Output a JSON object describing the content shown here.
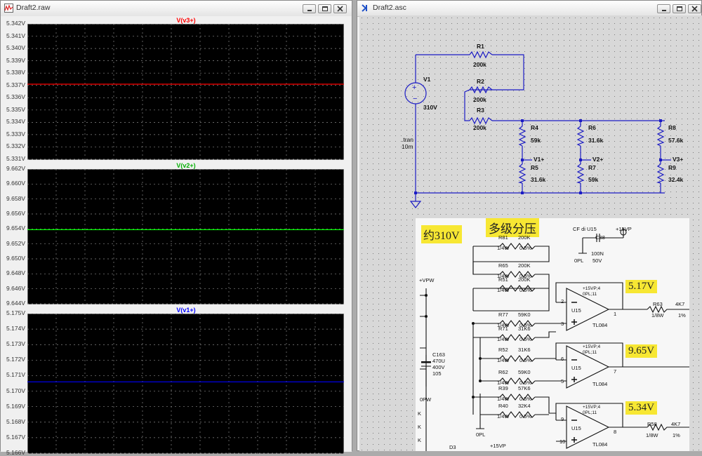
{
  "left_window": {
    "title": "Draft2.raw",
    "panes": [
      {
        "trace_label": "V(v3+)",
        "trace_color": "#ff0000",
        "y_ticks": [
          "5.342V",
          "5.341V",
          "5.340V",
          "5.339V",
          "5.338V",
          "5.337V",
          "5.336V",
          "5.335V",
          "5.334V",
          "5.333V",
          "5.332V",
          "5.331V"
        ],
        "y_range": [
          5.331,
          5.342
        ],
        "trace_value": 5.3371
      },
      {
        "trace_label": "V(v2+)",
        "trace_color": "#00ff00",
        "y_ticks": [
          "9.662V",
          "9.660V",
          "9.658V",
          "9.656V",
          "9.654V",
          "9.652V",
          "9.650V",
          "9.648V",
          "9.646V",
          "9.644V"
        ],
        "y_range": [
          9.644,
          9.662
        ],
        "trace_value": 9.6539
      },
      {
        "trace_label": "V(v1+)",
        "trace_color": "#0000ff",
        "y_ticks": [
          "5.175V",
          "5.174V",
          "5.173V",
          "5.172V",
          "5.171V",
          "5.170V",
          "5.169V",
          "5.168V",
          "5.167V",
          "5.166V"
        ],
        "y_range": [
          5.166,
          5.175
        ],
        "trace_value": 5.1706
      }
    ]
  },
  "right_window": {
    "title": "Draft2.asc",
    "schematic": {
      "v1": {
        "name": "V1",
        "value": "310V"
      },
      "directive": ".tran 10m",
      "resistors": [
        {
          "name": "R1",
          "value": "200k"
        },
        {
          "name": "R2",
          "value": "200k"
        },
        {
          "name": "R3",
          "value": "200k"
        },
        {
          "name": "R4",
          "value": "59k"
        },
        {
          "name": "R5",
          "value": "31.6k"
        },
        {
          "name": "R6",
          "value": "31.6k"
        },
        {
          "name": "R7",
          "value": "59k"
        },
        {
          "name": "R8",
          "value": "57.6k"
        },
        {
          "name": "R9",
          "value": "32.4k"
        }
      ],
      "net_labels": [
        "V1+",
        "V2+",
        "V3+"
      ]
    },
    "photo": {
      "voltage_note": "约310V",
      "title_note": "多级分压",
      "cf_label": "CF di U15",
      "c38": "C38",
      "c38_val1": "100N",
      "c38_val2": "50V",
      "opl": "0PL",
      "p15vp": "+15VP",
      "vpw": "+VPW",
      "c163": [
        "C163",
        "470U",
        "400V",
        "105"
      ],
      "opw": "0PW",
      "tl084": "TL084",
      "u15": "U15",
      "out1": "5.17V",
      "out2": "9.65V",
      "out3": "5.34V",
      "r63": [
        "R63",
        "4K7",
        "1/8W",
        "1%"
      ],
      "r58": [
        "R58",
        "4K7",
        "1/8W",
        "1%"
      ],
      "d3": "D3",
      "bottom_15vp": "+15VP",
      "bottom_0pl": "0PL",
      "resistor_rows": [
        {
          "name": "R81",
          "val": "200K",
          "pw": "1/4W",
          "tol": "0.5%"
        },
        {
          "name": "R65",
          "val": "200K",
          "pw": "1/4W",
          "tol": "0.5%"
        },
        {
          "name": "R51",
          "val": "200K",
          "pw": "1/4W",
          "tol": "0.5%"
        },
        {
          "name": "R77",
          "val": "59K0",
          "pw": "1/4W",
          "tol": "0.5%"
        },
        {
          "name": "R71",
          "val": "31K6",
          "pw": "1/4W",
          "tol": "0.5%"
        },
        {
          "name": "R52",
          "val": "31K6",
          "pw": "1/4W",
          "tol": "0.5%"
        },
        {
          "name": "R62",
          "val": "59K0",
          "pw": "1/4W",
          "tol": "0.5%"
        },
        {
          "name": "R39",
          "val": "57K6",
          "pw": "1/4W",
          "tol": "0.5%"
        },
        {
          "name": "R40",
          "val": "32K4",
          "pw": "1/4W",
          "tol": "0.5%"
        }
      ],
      "opamp_pins": [
        {
          "top": "2",
          "bot": "3",
          "out": "1"
        },
        {
          "top": "6",
          "bot": "5",
          "out": "7"
        },
        {
          "top": "9",
          "bot": "10",
          "out": "8"
        }
      ],
      "opamp_supply": [
        "+15VP;4",
        "0PL;11"
      ],
      "k_labels": [
        "K",
        "K",
        "K"
      ]
    }
  }
}
